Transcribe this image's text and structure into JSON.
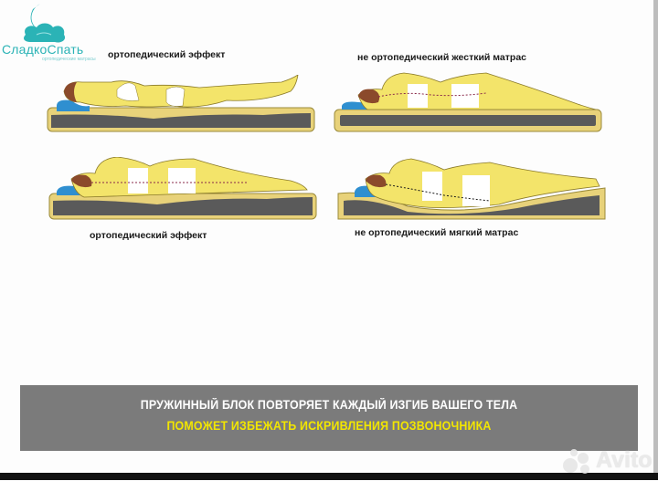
{
  "logo": {
    "name": "СладкоСпать",
    "subtitle": "ортопедические матрасы"
  },
  "illustrations": [
    {
      "caption": "ортопедический эффект",
      "pose": "back",
      "mattress": "orthopedic"
    },
    {
      "caption": "не ортопедический жесткий матрас",
      "pose": "side",
      "mattress": "hard"
    },
    {
      "caption": "ортопедический эффект",
      "pose": "side",
      "mattress": "orthopedic"
    },
    {
      "caption": "не ортопедический мягкий матрас",
      "pose": "side",
      "mattress": "soft"
    }
  ],
  "banner": {
    "line1": "ПРУЖИННЫЙ БЛОК ПОВТОРЯЕТ КАЖДЫЙ ИЗГИБ ВАШЕГО ТЕЛА",
    "line2": "ПОМОЖЕТ ИЗБЕЖАТЬ ИСКРИВЛЕНИЯ ПОЗВОНОЧНИКА",
    "line1_color": "#ffffff",
    "line2_color": "#f2e600",
    "background": "#7b7b7b"
  },
  "watermark": {
    "text": "Avito",
    "icon": "avito-dots-icon"
  },
  "colors": {
    "body": "#f3e46a",
    "body_outline": "#8a7a2a",
    "pillow": "#2f8fd0",
    "hair": "#8b4a2b",
    "mattress_core": "#5a5a5a",
    "mattress_cover": "#e8d27a",
    "logo": "#2bb3b6"
  }
}
